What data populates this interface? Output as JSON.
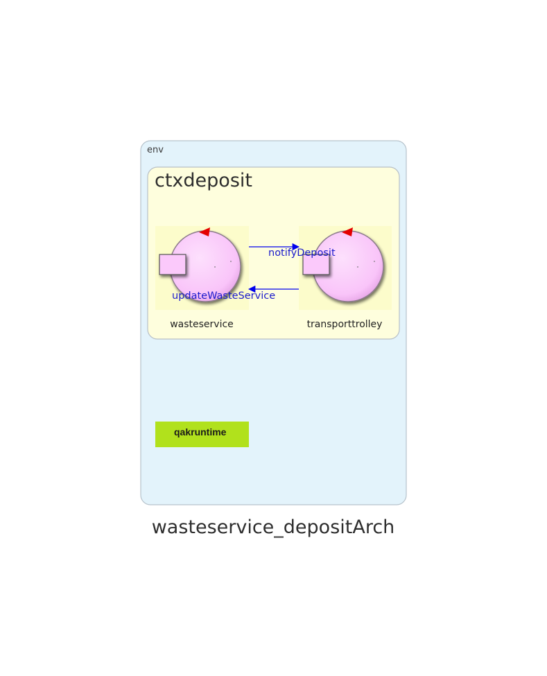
{
  "diagram": {
    "title": "wasteservice_depositArch",
    "environment": {
      "label": "env"
    },
    "context": {
      "label": "ctxdeposit",
      "actors": [
        {
          "id": "wasteservice",
          "label": "wasteservice"
        },
        {
          "id": "transporttrolley",
          "label": "transporttrolley"
        }
      ],
      "messages": [
        {
          "label": "notifyDeposit",
          "from": "wasteservice",
          "to": "transporttrolley"
        },
        {
          "label": "updateWasteService",
          "from": "transporttrolley",
          "to": "wasteservice"
        }
      ]
    },
    "runtime": {
      "label": "qakruntime"
    }
  },
  "colors": {
    "env_fill": "#e3f3fb",
    "env_stroke": "#b7c3cc",
    "context_fill": "#fefedd",
    "context_stroke": "#b7bfc6",
    "actor_bg": "#fcfccb",
    "actor_body": "#fbc9fb",
    "actor_marker": "#e40000",
    "arrow": "#0000ee",
    "runtime_fill": "#b1e11c"
  }
}
